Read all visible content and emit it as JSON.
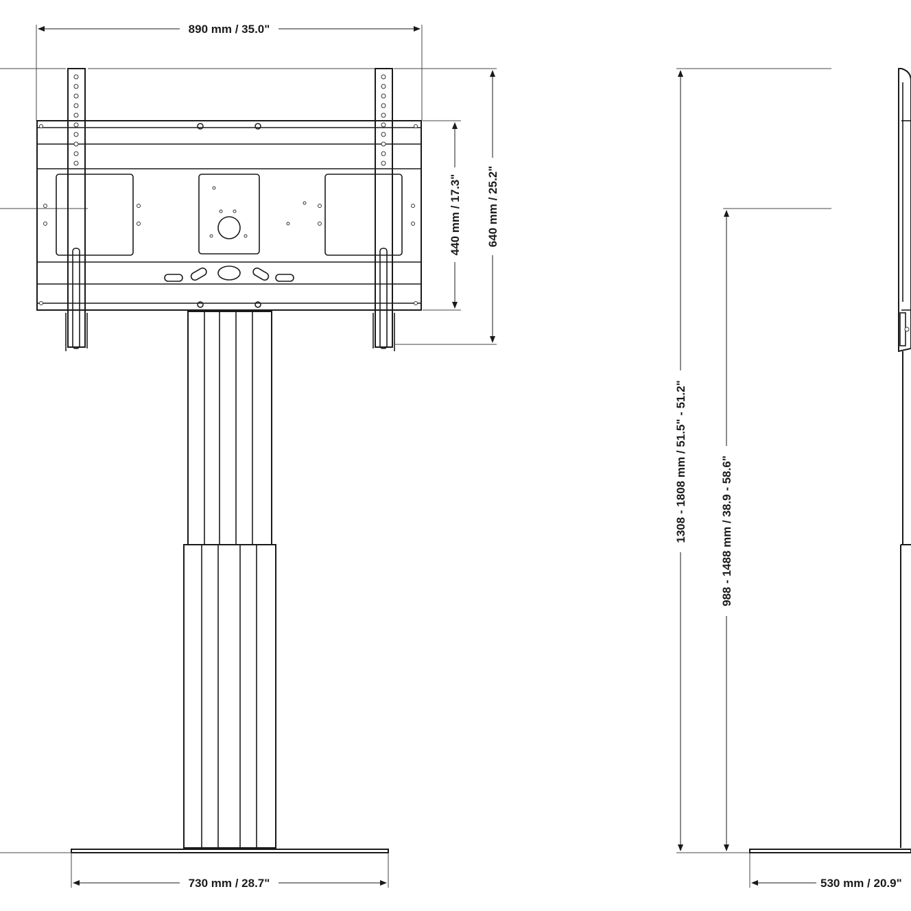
{
  "dimensions": {
    "top_width": "890 mm / 35.0\"",
    "base_front_width": "730 mm / 28.7\"",
    "plate_height": "440 mm / 17.3\"",
    "bracket_height": "640 mm / 25.2\"",
    "total_height": "1308 - 1808 mm / 51.5\" - 51.2\"",
    "center_height": "988 - 1488 mm / 38.9 - 58.6\"",
    "base_depth": "530 mm / 20.9\""
  }
}
